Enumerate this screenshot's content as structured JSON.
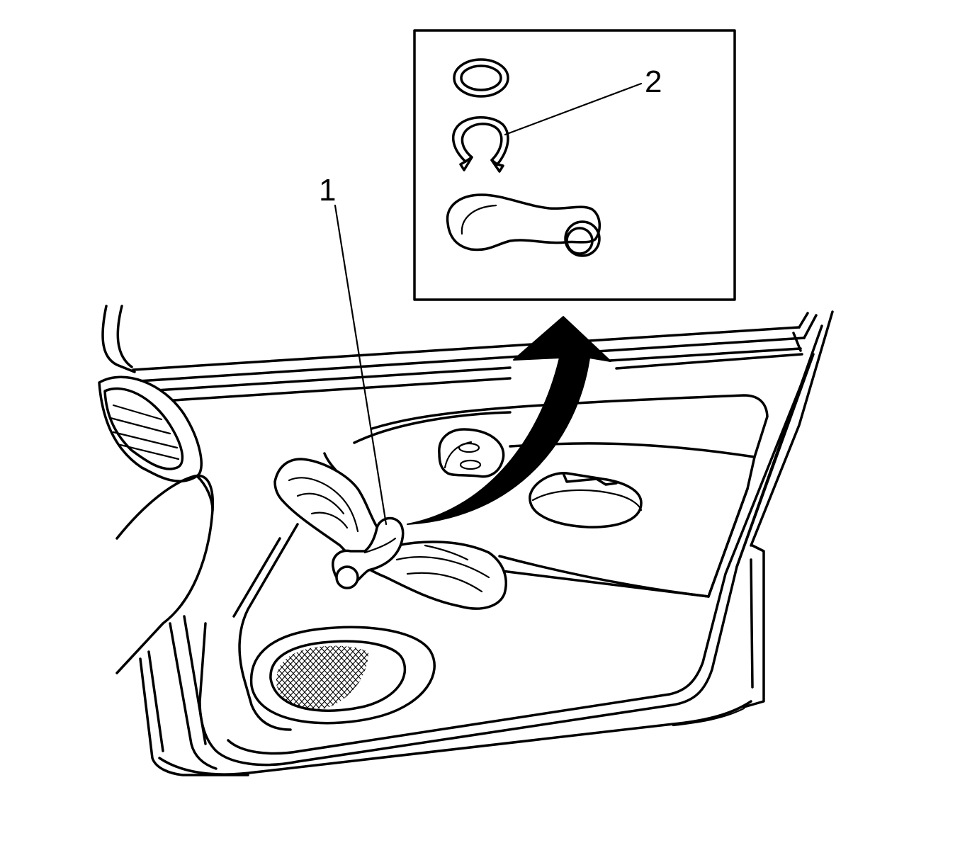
{
  "callouts": [
    {
      "id": "1",
      "label": "1",
      "part": "window-crank-handle"
    },
    {
      "id": "2",
      "label": "2",
      "part": "retaining-clip"
    }
  ],
  "colors": {
    "ink": "#000000",
    "background": "#ffffff"
  }
}
